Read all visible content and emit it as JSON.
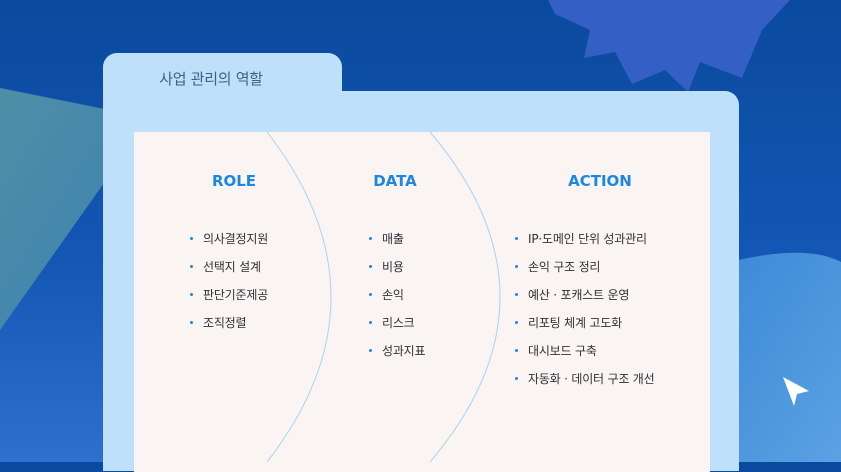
{
  "folder": {
    "title": "사업 관리의 역할"
  },
  "columns": [
    {
      "title": "ROLE",
      "items": [
        "의사결정지원",
        "선택지 설계",
        "판단기준제공",
        "조직정렬"
      ]
    },
    {
      "title": "DATA",
      "items": [
        "매출",
        "비용",
        "손익",
        "리스크",
        "성과지표"
      ]
    },
    {
      "title": "ACTION",
      "items": [
        "IP·도메인 단위 성과관리",
        "손익 구조 정리",
        "예산 · 포캐스트 운영",
        "리포팅 체계 고도화",
        "대시보드 구축",
        "자동화 · 데이터 구조 개선"
      ]
    }
  ],
  "colors": {
    "accent": "#1c86e4",
    "folder": "#bfe0fb",
    "paper": "#faf5f2",
    "arc": "#a8d3f5",
    "background": "#0a4a9e"
  }
}
